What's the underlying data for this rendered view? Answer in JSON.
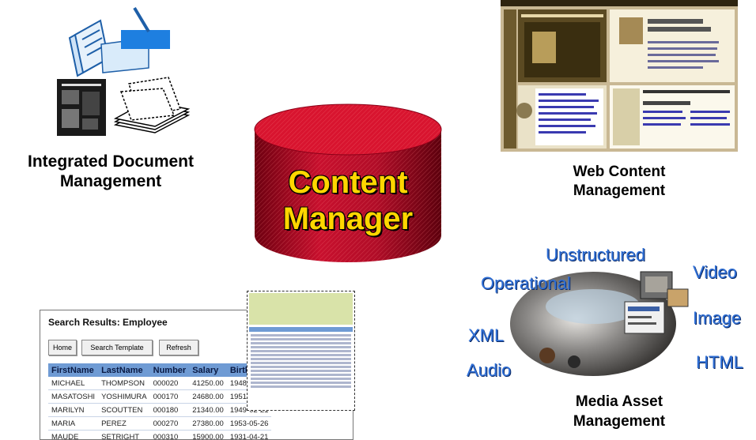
{
  "center": {
    "line1": "Content",
    "line2": "Manager"
  },
  "captions": {
    "idm_line1": "Integrated Document",
    "idm_line2": "Management",
    "wcm_line1": "Web Content",
    "wcm_line2": "Management",
    "mam_line1": "Media Asset",
    "mam_line2": "Management"
  },
  "media_words": {
    "unstructured": "Unstructured",
    "operational": "Operational",
    "video": "Video",
    "image": "Image",
    "xml": "XML",
    "html": "HTML",
    "audio": "Audio"
  },
  "search_results": {
    "title": "Search Results: Employee",
    "buttons": {
      "home": "Home",
      "template": "Search Template",
      "refresh": "Refresh"
    },
    "columns": [
      "FirstName",
      "LastName",
      "Number",
      "Salary",
      "Birth"
    ],
    "rows": [
      [
        "MICHAEL",
        "THOMPSON",
        "000020",
        "41250.00",
        "1948"
      ],
      [
        "MASATOSHI",
        "YOSHIMURA",
        "000170",
        "24680.00",
        "1951"
      ],
      [
        "MARILYN",
        "SCOUTTEN",
        "000180",
        "21340.00",
        "1949-02-21"
      ],
      [
        "MARIA",
        "PEREZ",
        "000270",
        "27380.00",
        "1953-05-26"
      ],
      [
        "MAUDE",
        "SETRIGHT",
        "000310",
        "15900.00",
        "1931-04-21"
      ]
    ]
  },
  "colors": {
    "cylinder_red": "#c8102e",
    "center_text": "#ffd600",
    "media_blue": "#2f6fd6",
    "table_header": "#6f9bd4"
  }
}
